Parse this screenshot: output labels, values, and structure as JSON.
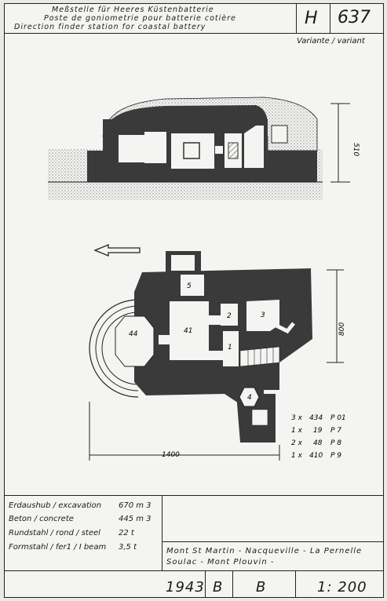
{
  "header": {
    "title_de": "Meßstelle für Heeres Küstenbatterie",
    "title_fr": "Poste de goniometrie pour batterie cotière",
    "title_en": "Direction finder station for coastal battery",
    "type_letter": "H",
    "type_number": "637"
  },
  "variant_label": "Variante / variant",
  "section": {
    "height_label": "510"
  },
  "plan": {
    "width_label": "1400",
    "depth_label": "800",
    "room_labels": [
      "5",
      "41",
      "2",
      "3",
      "44",
      "1",
      "4"
    ],
    "parts": [
      {
        "qty": "3 x",
        "num": "434",
        "ref": "P 01"
      },
      {
        "qty": "1 x",
        "num": "19",
        "ref": "P 7"
      },
      {
        "qty": "2 x",
        "num": "48",
        "ref": "P 8"
      },
      {
        "qty": "1 x",
        "num": "410",
        "ref": "P 9"
      }
    ]
  },
  "materials": [
    {
      "label": "Erdaushub / excavation",
      "value": "670 m 3"
    },
    {
      "label": "Beton / concrete",
      "value": "445 m 3"
    },
    {
      "label": "Rundstahl / rond / steel",
      "value": "22 t"
    },
    {
      "label": "Formstahl / fer1 / I beam",
      "value": "3,5 t"
    }
  ],
  "locations": {
    "line1": "Mont St Martin - Nacqueville - La Pernelle",
    "line2": "Soulac - Mont Plouvin -"
  },
  "footer": {
    "year": "1943",
    "code_a": "B",
    "code_b": "B",
    "scale": "1: 200"
  }
}
